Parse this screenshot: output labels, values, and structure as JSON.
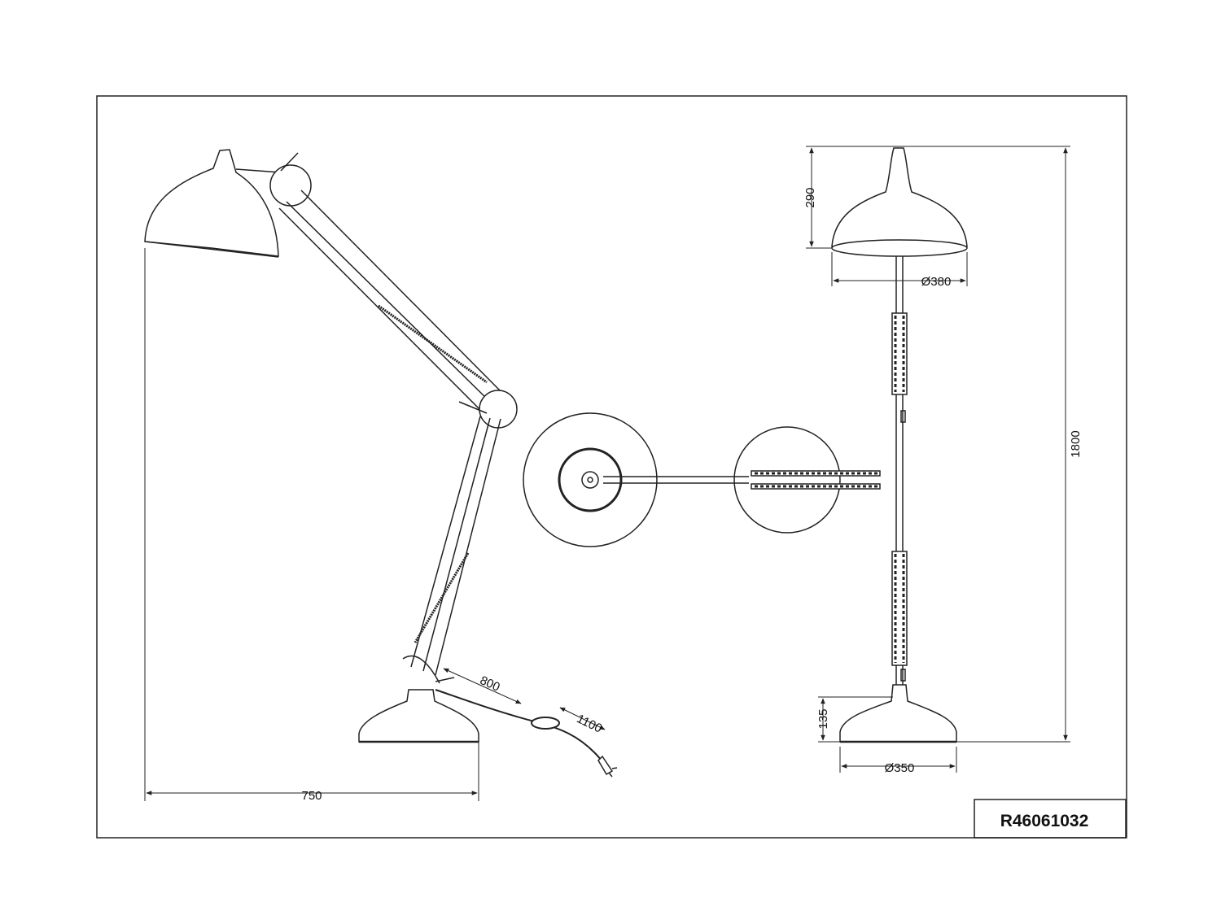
{
  "product_code": "R46061032",
  "dimensions": {
    "base_width": "750",
    "cable_to_switch": "800",
    "cable_total": "1100",
    "shade_height": "290",
    "shade_diameter": "Ø380",
    "total_height": "1800",
    "base_height": "135",
    "base_diameter": "Ø350"
  }
}
